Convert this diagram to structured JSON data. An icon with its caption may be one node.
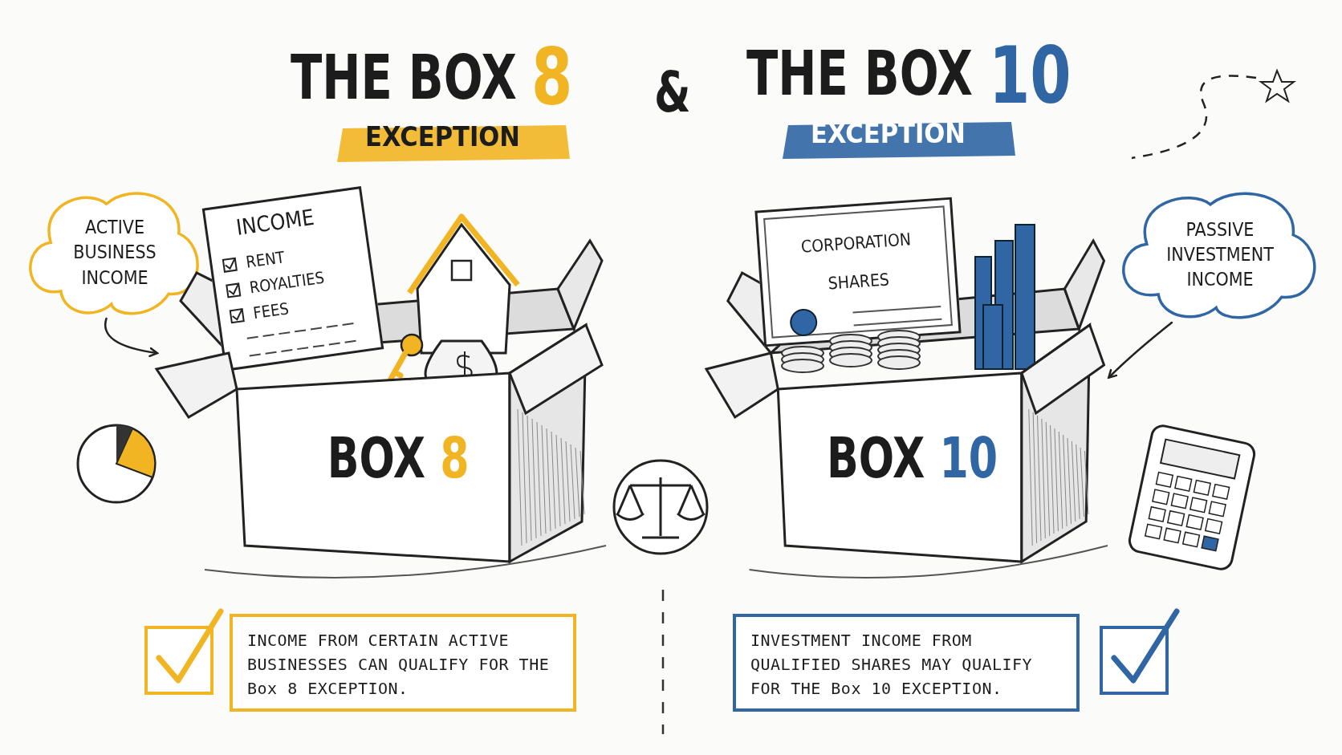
{
  "diagram": {
    "nodes": [
      {
        "text": [
          "ACTIVE BUSINESS INCOME"
        ]
      },
      {
        "text": [
          "BOX 8"
        ]
      },
      {
        "text": [
          "INCOME",
          "RENT",
          "ROYALTIES",
          "FEES"
        ],
        "in": 1
      },
      {
        "text": [
          "PASSIVE INVESTMENT INCOME"
        ]
      },
      {
        "text": [
          "BOX 10"
        ]
      },
      {
        "text": [
          "CORPORATION SHARES"
        ],
        "in": 4
      },
      {
        "text": [
          "INCOME FROM CERTAIN ACTIVE BUSINESSES CAN QUALIFY FOR THE Box 8 EXCEPTION."
        ]
      },
      {
        "text": [
          "INVESTMENT INCOME FROM QUALIFIED SHARES MAY QUALIFY FOR THE Box 10 EXCEPTION."
        ]
      }
    ],
    "edges": [
      {
        "from": 0,
        "to": 1,
        "arrow": "to"
      },
      {
        "from": 3,
        "to": 4,
        "arrow": "to"
      }
    ],
    "labels": [
      "THE BOX",
      "8",
      "EXCEPTION",
      "&",
      "THE BOX",
      "10",
      "EXCEPTION"
    ]
  }
}
